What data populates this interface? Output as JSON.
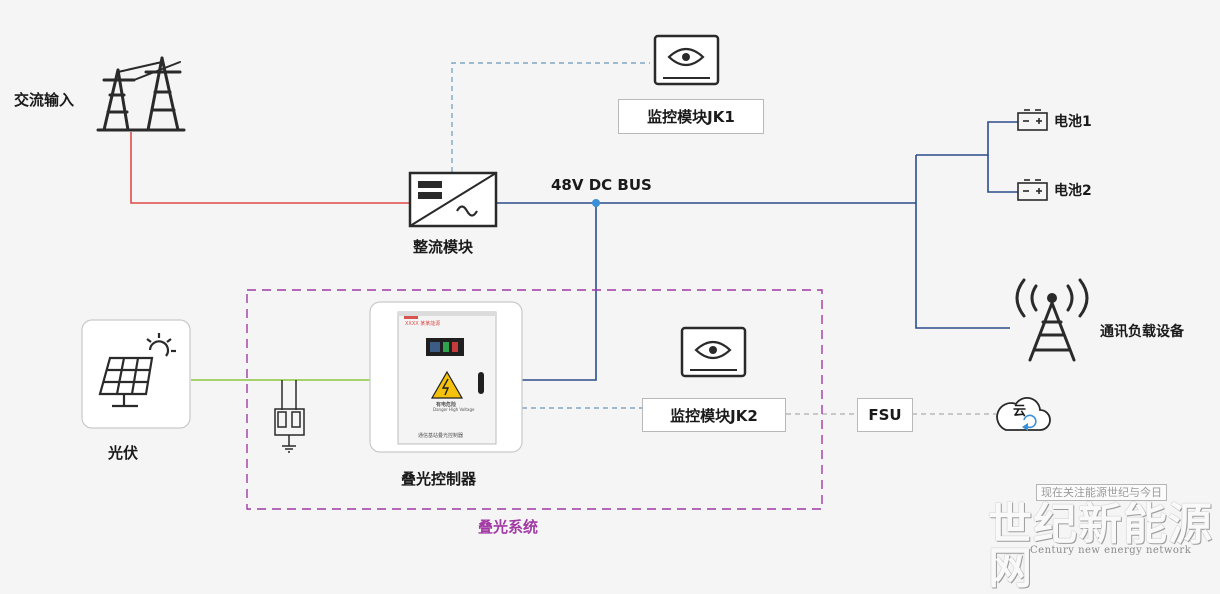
{
  "labels": {
    "ac_input": "交流输入",
    "rectifier": "整流模块",
    "dc_bus": "48V DC BUS",
    "monitor_jk1": "监控模块JK1",
    "monitor_jk2": "监控模块JK2",
    "battery_1": "电池1",
    "battery_2": "电池2",
    "telecom_load": "通讯负载设备",
    "pv": "光伏",
    "controller": "叠光控制器",
    "fsu": "FSU",
    "cloud": "云",
    "system": "叠光系统"
  },
  "controller_panel": {
    "brand": "XXXX 某某能源",
    "warning": "有电危险",
    "warning_sub": "Danger High Voltage",
    "caption": "通信基站叠光控制器"
  },
  "watermark": {
    "top": "现在关注能源世纪与今日",
    "main": "世纪新能源网",
    "english": "Century new energy network"
  },
  "colors": {
    "ac_line": "#e04a4a",
    "dc_line": "#2b4c8c",
    "pv_line": "#8cc63e",
    "monitor_link": "#7fa7c4",
    "system_border": "#a23aa4",
    "node": "#3a8fd9"
  }
}
